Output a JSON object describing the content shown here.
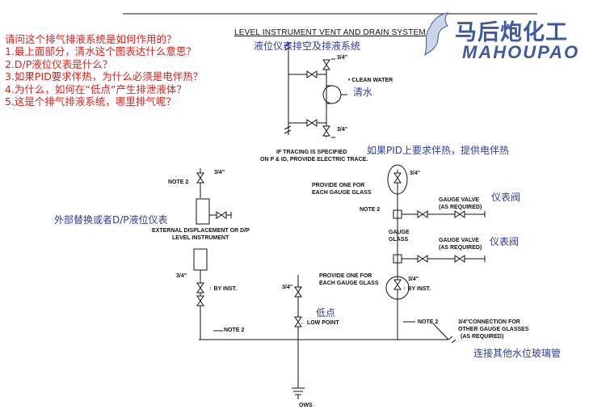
{
  "logo": {
    "cn": "马后炮化工",
    "en": "MAHOUPAO"
  },
  "title": {
    "en": "LEVEL INSTRUMENT VENT AND DRAIN SYSTEM",
    "cn": "液位仪表排空及排液系统"
  },
  "questions": [
    "请问这个排气排液系统是如何作用的？",
    "1.最上面部分，清水这个图表达什么意思？",
    "2.D/P液位仪表是什么？",
    "3.如果PID要求伴热，为什么必须是电伴热？",
    "4.为什么，如何在“低点”产生排泄液体？",
    "5.这是个排气排液系统，哪里排气呢？"
  ],
  "labels": {
    "size_top1": "3/4\"",
    "size_top2": "3/4\"",
    "clean_water": "CLEAN WATER",
    "clean_water_cn": "清水",
    "tracing_1": "IF TRACING IS SPECIFIED",
    "tracing_2": "ON P & ID, PROVIDE ELECTRIC TRACE.",
    "tracing_cn": "如果PID上要求伴热，提供电伴热",
    "note2_a": "NOTE 2",
    "size_left_top": "3/4\"",
    "external_cn": "外部替换或者D/P液位仪表",
    "external_1": "EXTERNAL DISPLACEMENT OR D/P",
    "external_2": "LEVEL INSTRUMENT",
    "size_left_mid": "3/4\"",
    "by_inst_left": "BY INST.",
    "note2_b": "NOTE 2",
    "size_center": "3/4\"",
    "low_point_cn": "低点",
    "low_point": "LOW POINT",
    "ows": "OWS",
    "provide_top_1": "PROVIDE ONE FOR",
    "provide_top_2": "EACH GAUGE GLASS",
    "size_right_top": "3/4\"",
    "note2_c": "NOTE 2",
    "gauge_valve_1a": "GAUGE VALVE",
    "gauge_valve_1b": "(AS REQUIRED)",
    "gauge_valve_cn1": "仪表阀",
    "gauge_glass_1": "GAUGE",
    "gauge_glass_2": "GLASS",
    "gauge_valve_2a": "GAUGE VALVE",
    "gauge_valve_2b": "(AS REQUIRED)",
    "gauge_valve_cn2": "仪表阀",
    "provide_bot_1": "PROVIDE ONE FOR",
    "provide_bot_2": "EACH GAUGE GLASS",
    "size_right_bot": "3/4\"",
    "by_inst_right": "BY INST.",
    "note2_d": "NOTE 2",
    "connection_1": "3/4\"CONNECTION FOR",
    "connection_2": "OTHER GAUGE GLASSES",
    "connection_3": "(AS REQUIRED)",
    "connection_cn": "连接其他水位玻璃管"
  },
  "colors": {
    "question": "#e0201b",
    "annotation": "#2d3c9e",
    "logo": "#3d5aa0",
    "line": "#111111"
  }
}
